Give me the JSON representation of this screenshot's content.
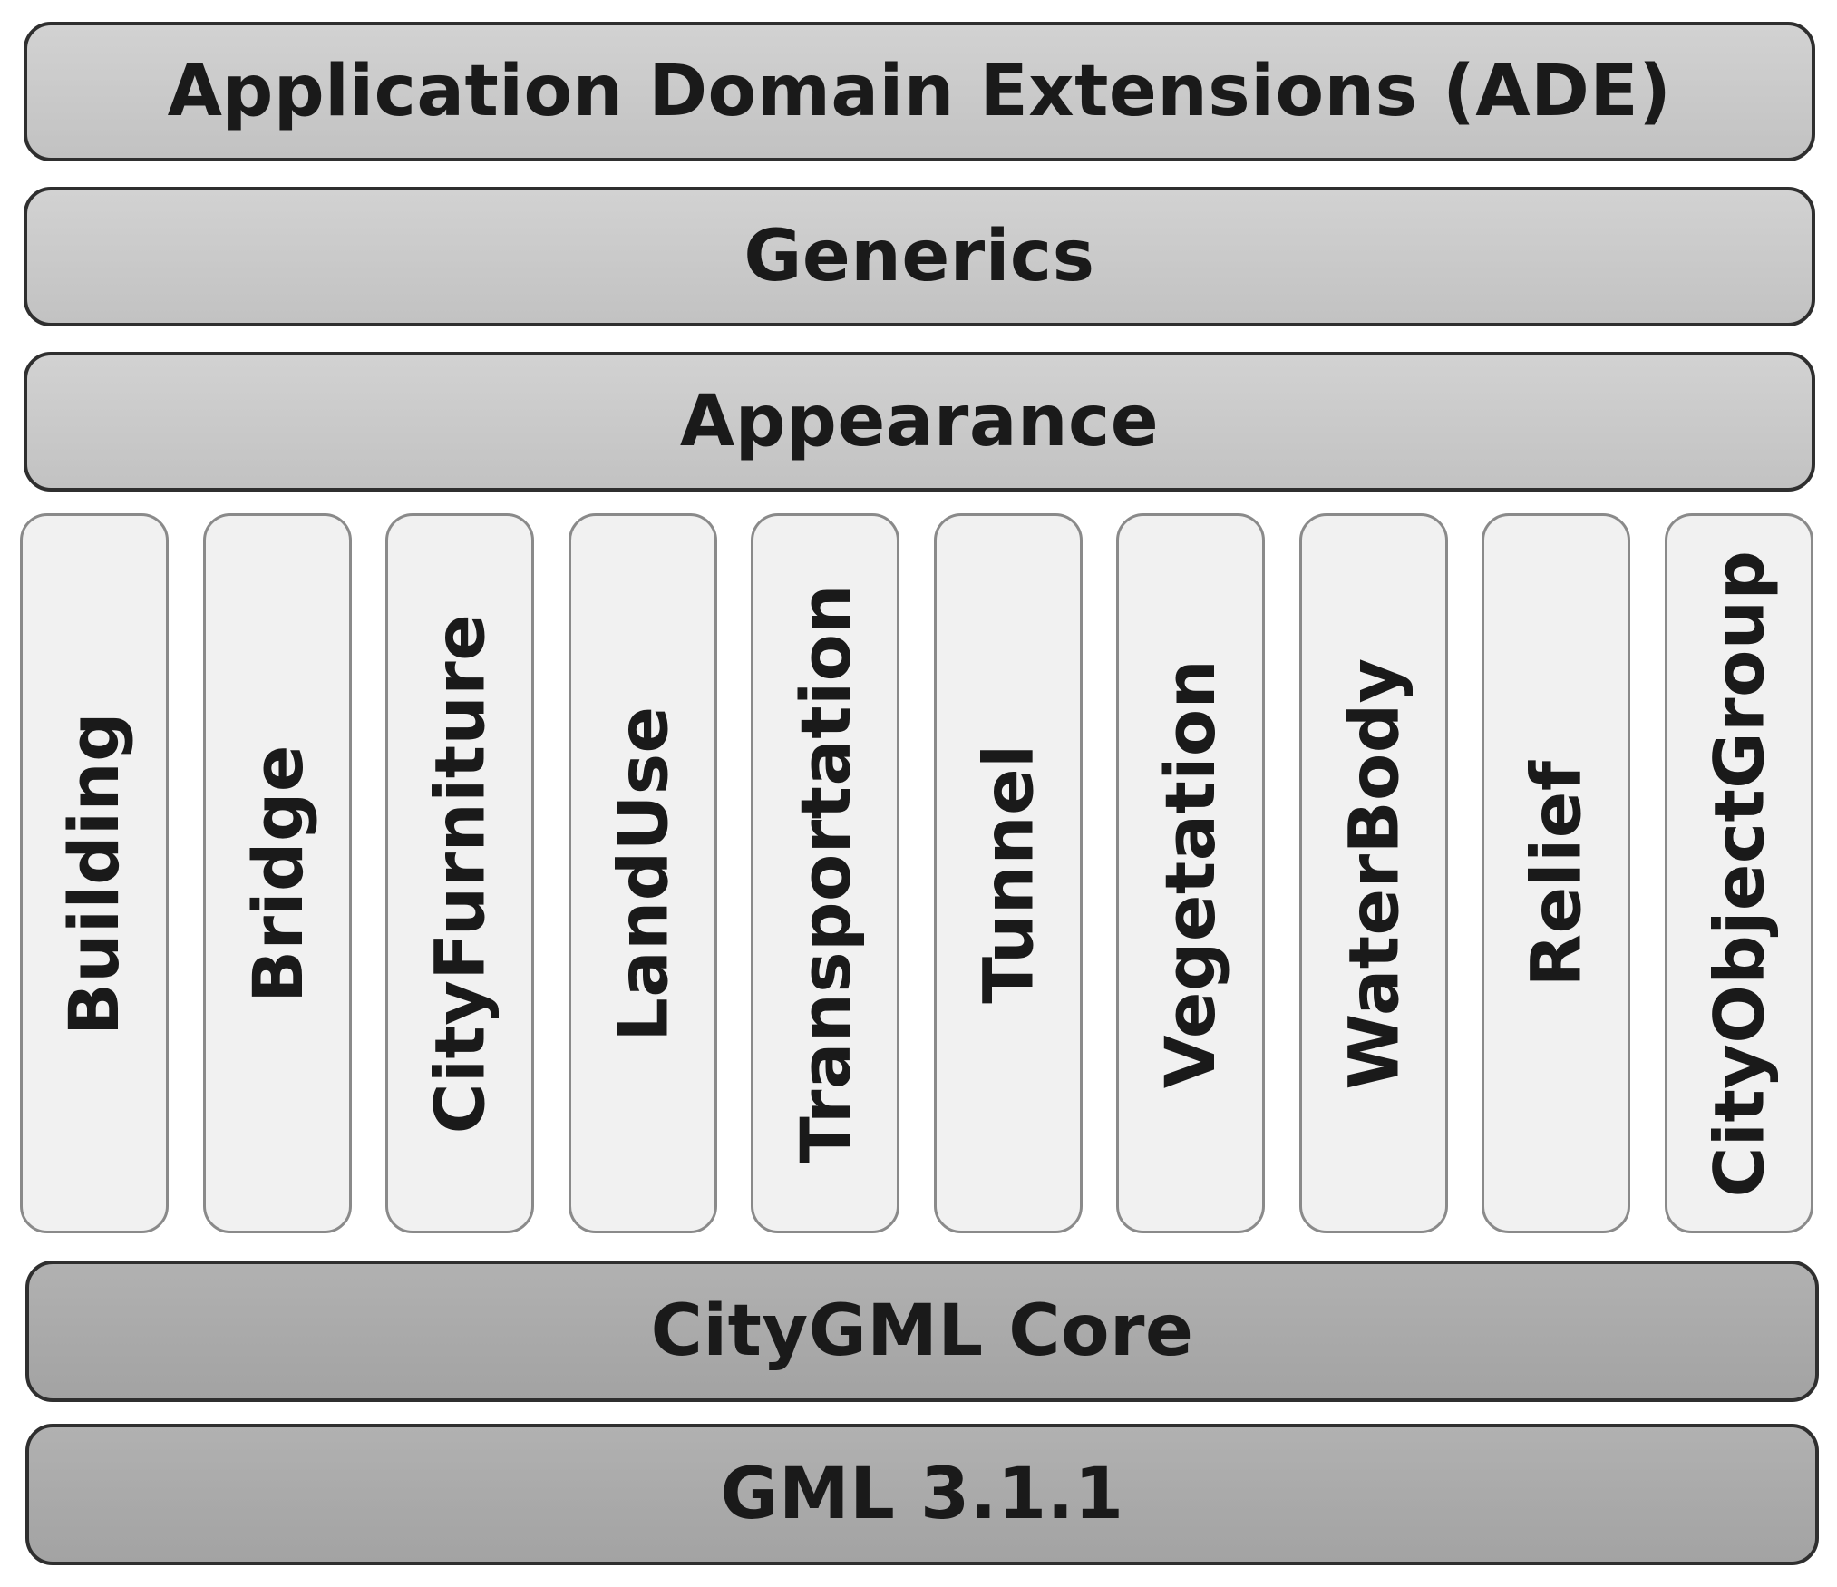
{
  "layers": {
    "ade": "Application Domain Extensions (ADE)",
    "generics": "Generics",
    "appearance": "Appearance",
    "core": "CityGML Core",
    "gml": "GML 3.1.1"
  },
  "modules": [
    "Building",
    "Bridge",
    "CityFurniture",
    "LandUse",
    "Transportation",
    "Tunnel",
    "Vegetation",
    "WaterBody",
    "Relief",
    "CityObjectGroup"
  ],
  "colors": {
    "top_layer_fill": "#c8c8c8",
    "bottom_layer_fill": "#aaaaaa",
    "module_fill": "#f1f1f1",
    "border": "#2f2f2f",
    "text": "#1a1a1a"
  }
}
